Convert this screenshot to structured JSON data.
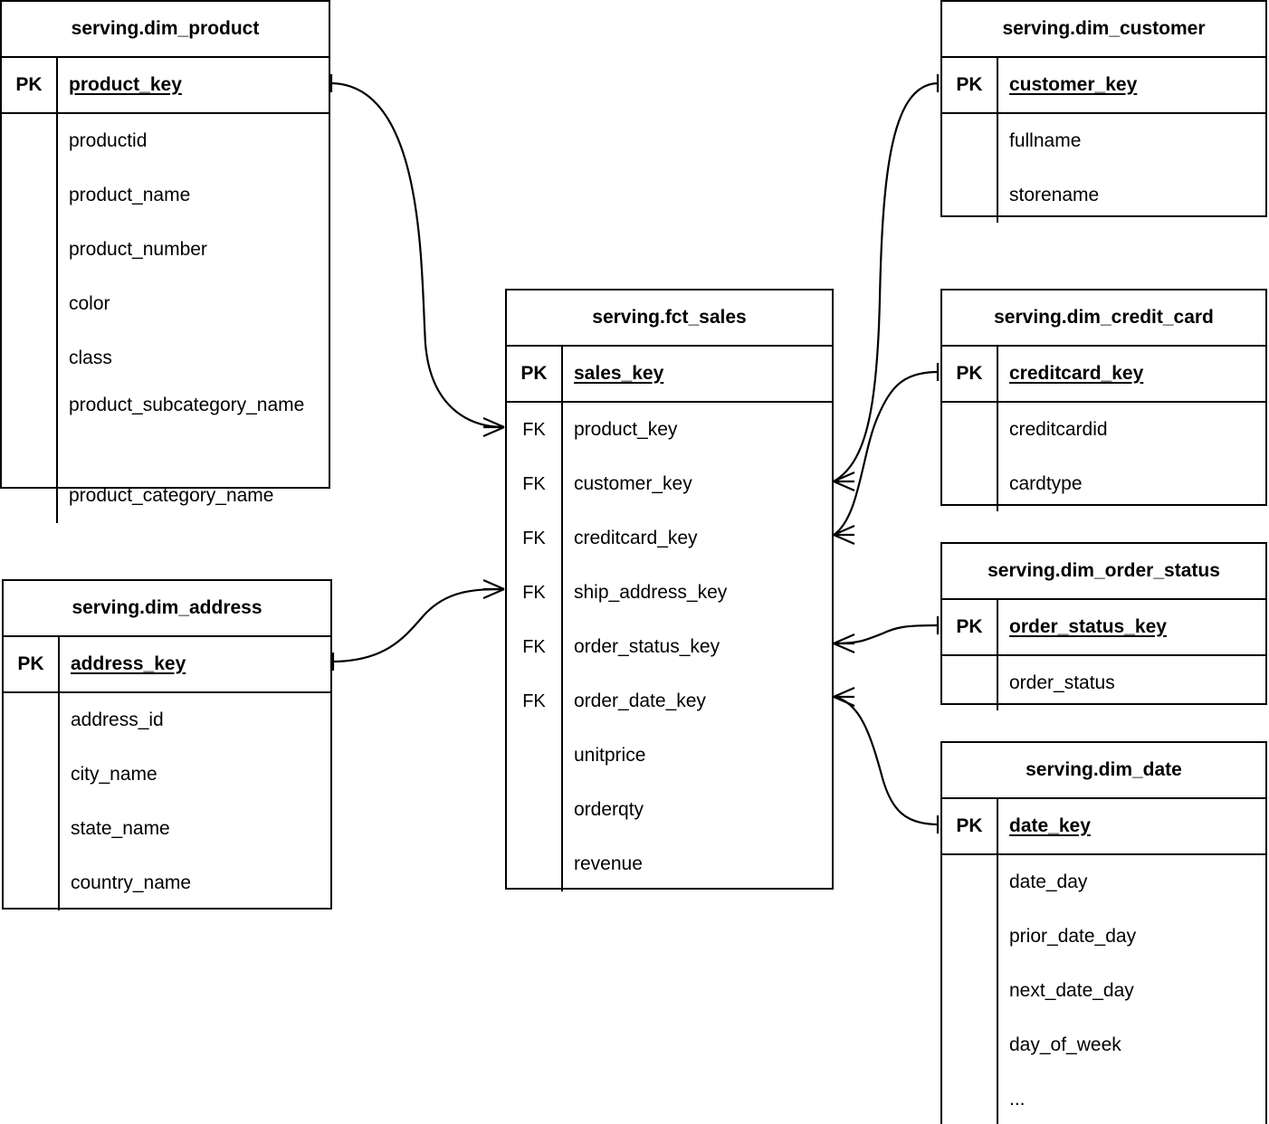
{
  "diagram": {
    "title": "Dimensional model ER diagram",
    "notation": "crow's foot",
    "labels": {
      "pk": "PK",
      "fk": "FK"
    }
  },
  "entities": {
    "dim_product": {
      "title": "serving.dim_product",
      "pk": {
        "key": "PK",
        "name": "product_key"
      },
      "columns": [
        {
          "key": "",
          "name": "productid"
        },
        {
          "key": "",
          "name": "product_name"
        },
        {
          "key": "",
          "name": "product_number"
        },
        {
          "key": "",
          "name": "color"
        },
        {
          "key": "",
          "name": "class"
        },
        {
          "key": "",
          "name": "product_subcategory_name"
        },
        {
          "key": "",
          "name": "product_category_name"
        }
      ]
    },
    "dim_address": {
      "title": "serving.dim_address",
      "pk": {
        "key": "PK",
        "name": "address_key"
      },
      "columns": [
        {
          "key": "",
          "name": "address_id"
        },
        {
          "key": "",
          "name": "city_name"
        },
        {
          "key": "",
          "name": "state_name"
        },
        {
          "key": "",
          "name": "country_name"
        }
      ]
    },
    "fct_sales": {
      "title": "serving.fct_sales",
      "pk": {
        "key": "PK",
        "name": "sales_key"
      },
      "columns": [
        {
          "key": "FK",
          "name": "product_key"
        },
        {
          "key": "FK",
          "name": "customer_key"
        },
        {
          "key": "FK",
          "name": "creditcard_key"
        },
        {
          "key": "FK",
          "name": "ship_address_key"
        },
        {
          "key": "FK",
          "name": "order_status_key"
        },
        {
          "key": "FK",
          "name": "order_date_key"
        },
        {
          "key": "",
          "name": "unitprice"
        },
        {
          "key": "",
          "name": "orderqty"
        },
        {
          "key": "",
          "name": "revenue"
        }
      ]
    },
    "dim_customer": {
      "title": "serving.dim_customer",
      "pk": {
        "key": "PK",
        "name": "customer_key"
      },
      "columns": [
        {
          "key": "",
          "name": "fullname"
        },
        {
          "key": "",
          "name": "storename"
        }
      ]
    },
    "dim_credit_card": {
      "title": "serving.dim_credit_card",
      "pk": {
        "key": "PK",
        "name": "creditcard_key"
      },
      "columns": [
        {
          "key": "",
          "name": "creditcardid"
        },
        {
          "key": "",
          "name": "cardtype"
        }
      ]
    },
    "dim_order_status": {
      "title": "serving.dim_order_status",
      "pk": {
        "key": "PK",
        "name": "order_status_key"
      },
      "columns": [
        {
          "key": "",
          "name": "order_status"
        }
      ]
    },
    "dim_date": {
      "title": "serving.dim_date",
      "pk": {
        "key": "PK",
        "name": "date_key"
      },
      "columns": [
        {
          "key": "",
          "name": "date_day"
        },
        {
          "key": "",
          "name": "prior_date_day"
        },
        {
          "key": "",
          "name": "next_date_day"
        },
        {
          "key": "",
          "name": "day_of_week"
        },
        {
          "key": "",
          "name": "..."
        }
      ]
    }
  },
  "relationships": [
    {
      "from": "dim_product.product_key",
      "to": "fct_sales.product_key",
      "from_card": "one",
      "to_card": "many"
    },
    {
      "from": "dim_address.address_key",
      "to": "fct_sales.ship_address_key",
      "from_card": "one",
      "to_card": "many"
    },
    {
      "from": "dim_customer.customer_key",
      "to": "fct_sales.customer_key",
      "from_card": "one",
      "to_card": "many"
    },
    {
      "from": "dim_credit_card.creditcard_key",
      "to": "fct_sales.creditcard_key",
      "from_card": "one",
      "to_card": "many"
    },
    {
      "from": "dim_order_status.order_status_key",
      "to": "fct_sales.order_status_key",
      "from_card": "one",
      "to_card": "many"
    },
    {
      "from": "dim_date.date_key",
      "to": "fct_sales.order_date_key",
      "from_card": "one",
      "to_card": "many"
    }
  ],
  "colors": {
    "line": "#000000",
    "background": "#ffffff",
    "border": "#000000"
  }
}
